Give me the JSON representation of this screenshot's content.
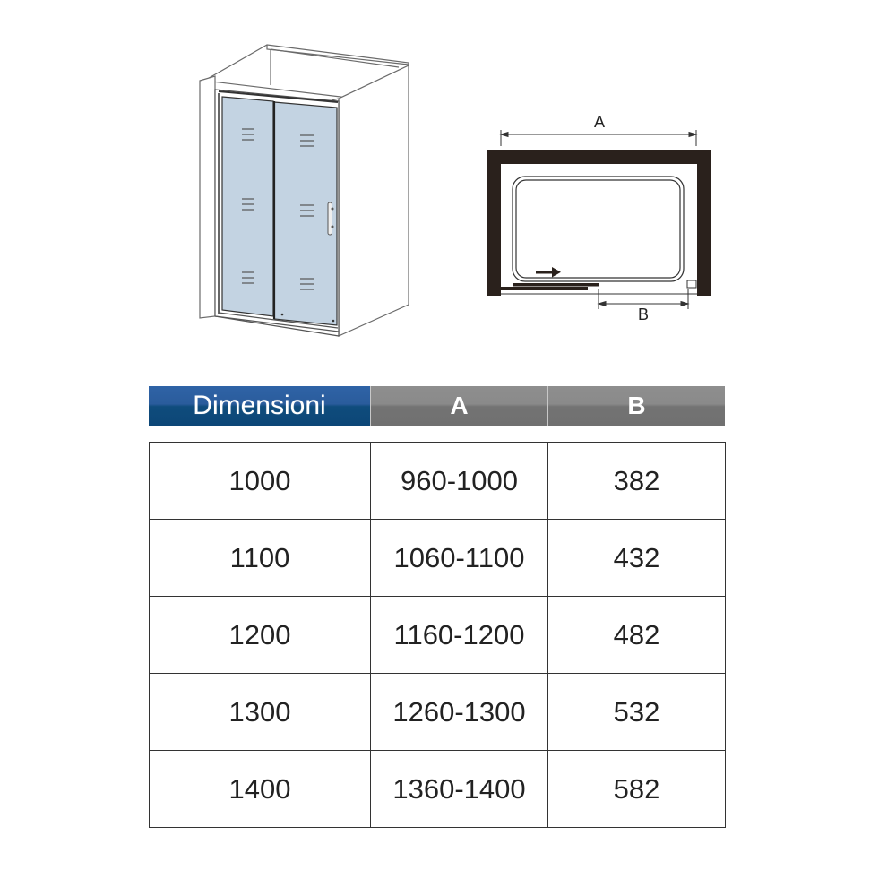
{
  "illustration": {
    "perspective_view": "shower-enclosure-sliding-door-3d",
    "plan_view": {
      "label_a": "A",
      "label_b": "B",
      "slide_direction": "right-arrow"
    },
    "colors": {
      "glass": "#c3d3e2",
      "wall_plan": "#2a211c",
      "line": "#555555"
    }
  },
  "table": {
    "headers": [
      {
        "label": "Dimensioni",
        "bg": "#1f5a92"
      },
      {
        "label": "A",
        "bg": "#7f7f7f"
      },
      {
        "label": "B",
        "bg": "#7f7f7f"
      }
    ],
    "rows": [
      {
        "size": "1000",
        "a": "960-1000",
        "b": "382"
      },
      {
        "size": "1100",
        "a": "1060-1100",
        "b": "432"
      },
      {
        "size": "1200",
        "a": "1160-1200",
        "b": "482"
      },
      {
        "size": "1300",
        "a": "1260-1300",
        "b": "532"
      },
      {
        "size": "1400",
        "a": "1360-1400",
        "b": "582"
      }
    ]
  },
  "chart_data": {
    "type": "table",
    "title": "Dimensioni",
    "columns": [
      "Dimensioni",
      "A",
      "B"
    ],
    "rows": [
      [
        "1000",
        "960-1000",
        "382"
      ],
      [
        "1100",
        "1060-1100",
        "432"
      ],
      [
        "1200",
        "1160-1200",
        "482"
      ],
      [
        "1300",
        "1260-1300",
        "532"
      ],
      [
        "1400",
        "1360-1400",
        "582"
      ]
    ]
  }
}
